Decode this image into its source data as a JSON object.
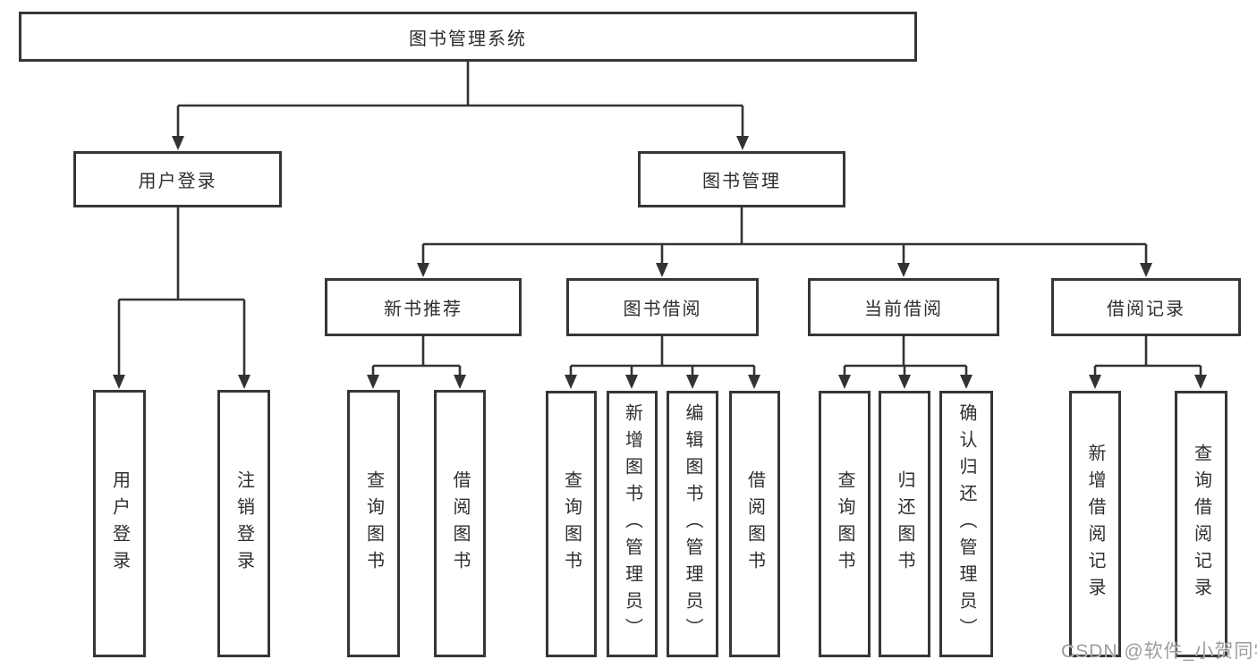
{
  "diagram": {
    "root": "图书管理系统",
    "l2": {
      "user_login": "用户登录",
      "book_mgmt": "图书管理"
    },
    "l3": {
      "new_books": "新书推荐",
      "borrow": "图书借阅",
      "current": "当前借阅",
      "records": "借阅记录"
    },
    "leaves": {
      "user_login": "用户登录",
      "logout": "注销登录",
      "nb_query": "查询图书",
      "nb_borrow": "借阅图书",
      "bw_query": "查询图书",
      "bw_add": "新增图书（管理员）",
      "bw_edit": "编辑图书（管理员）",
      "bw_borrow": "借阅图书",
      "cur_query": "查询图书",
      "cur_return": "归还图书",
      "cur_confirm": "确认归还（管理员）",
      "rec_add": "新增借阅记录",
      "rec_query": "查询借阅记录"
    }
  },
  "watermark": "CSDN @软件_小贺同学",
  "colors": {
    "line": "#333333",
    "box_border": "#363636",
    "text": "#2e2e2e",
    "watermark": "#8c8c8c",
    "background": "#ffffff"
  }
}
